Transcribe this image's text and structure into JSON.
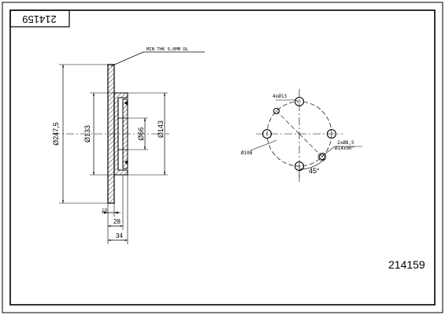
{
  "drawing": {
    "part_number_main": "214159",
    "part_number_stamp": "214159",
    "min_thickness_note": "MIN THK 9,0MM DL"
  },
  "section_view": {
    "dim_outer_dia": "Ø247,5",
    "dim_hub_dia": "Ø133",
    "dim_center_dia": "Ø66",
    "dim_hat_dia": "Ø143",
    "dim_thickness": "10",
    "dim_offset": "28",
    "dim_height": "34"
  },
  "front_view": {
    "bolt_holes": "4xØ13",
    "pitch_circle": "Ø108",
    "extra_holes": "2xØ8,5",
    "chamfer": "Ø14x90°",
    "angle": "45°"
  }
}
